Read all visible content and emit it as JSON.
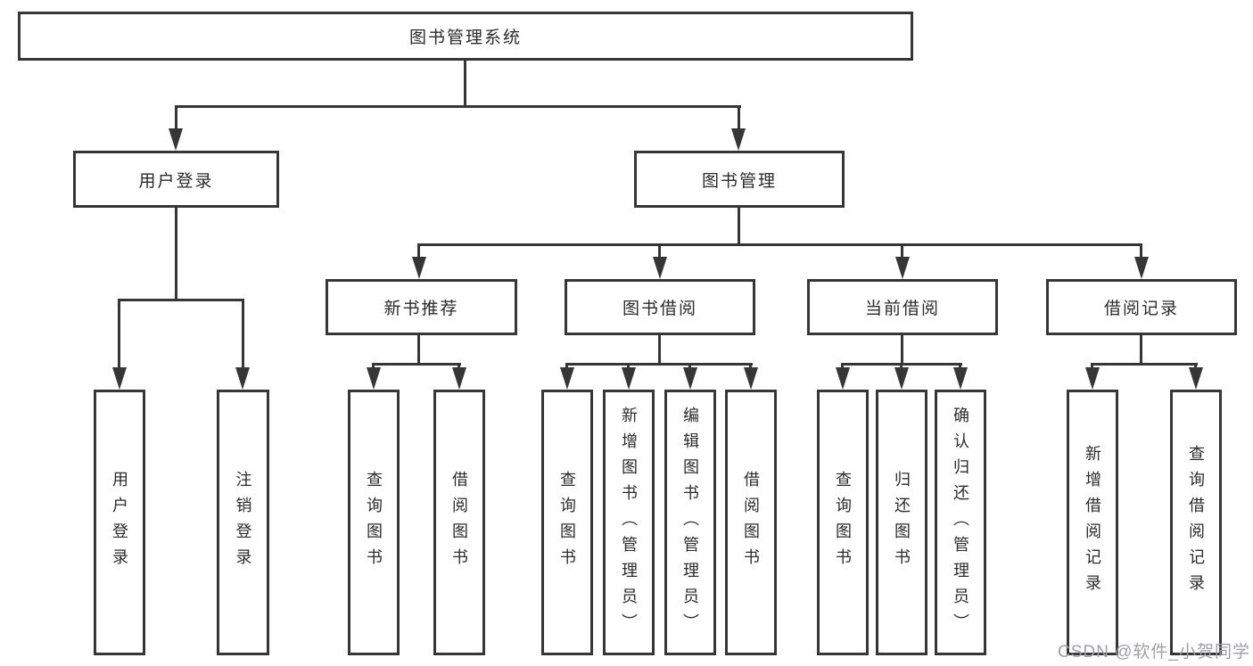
{
  "diagram": {
    "root": {
      "label": "图书管理系统"
    },
    "level2": {
      "user_login": {
        "label": "用户登录"
      },
      "book_management": {
        "label": "图书管理"
      }
    },
    "level3": {
      "new_book_recommend": {
        "label": "新书推荐"
      },
      "book_borrowing": {
        "label": "图书借阅"
      },
      "current_borrowing": {
        "label": "当前借阅"
      },
      "borrowing_records": {
        "label": "借阅记录"
      }
    },
    "leaves": {
      "user_login": [
        "用户登录",
        "注销登录"
      ],
      "new_book_recommend": [
        "查询图书",
        "借阅图书"
      ],
      "book_borrowing": [
        "查询图书",
        "新增图书（管理员）",
        "编辑图书（管理员）",
        "借阅图书"
      ],
      "current_borrowing": [
        "查询图书",
        "归还图书",
        "确认归还（管理员）"
      ],
      "borrowing_records": [
        "新增借阅记录",
        "查询借阅记录"
      ]
    }
  },
  "watermark": {
    "text": "CSDN @软件_小贺同学"
  },
  "colors": {
    "line": "#363636",
    "text": "#2b2b2b",
    "watermark": "#a0a0a4",
    "background": "#ffffff"
  }
}
